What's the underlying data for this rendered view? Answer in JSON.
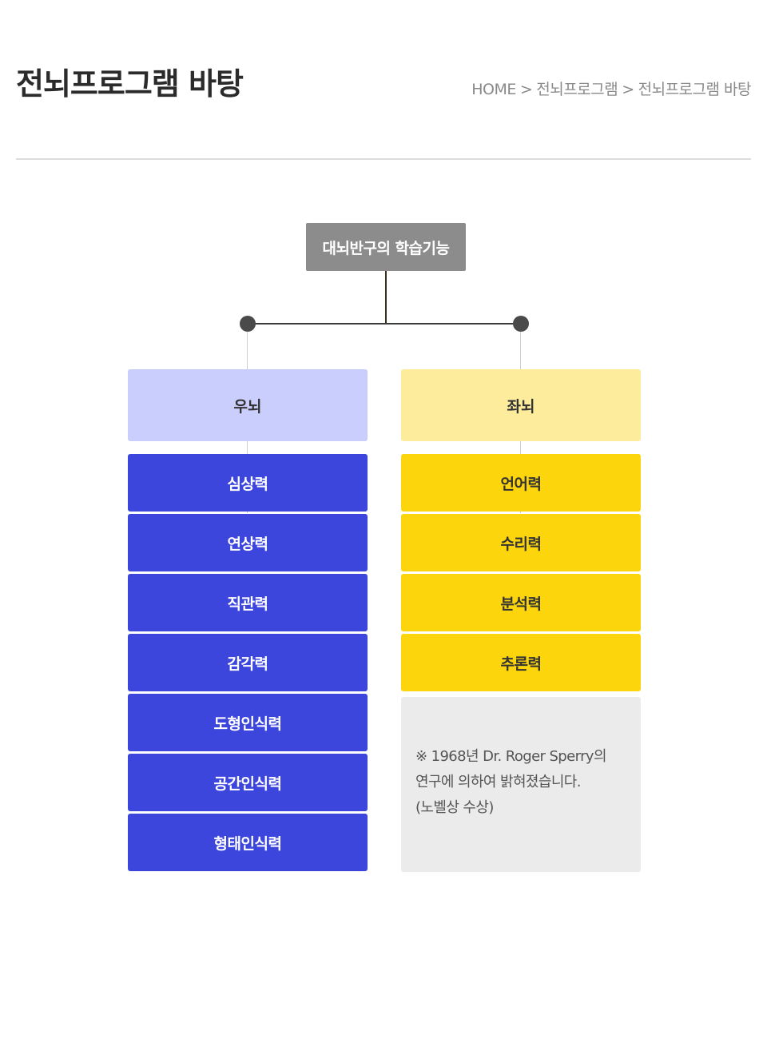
{
  "header": {
    "title": "전뇌프로그램 바탕",
    "breadcrumb": [
      "HOME",
      "전뇌프로그램",
      "전뇌프로그램 바탕"
    ],
    "breadcrumb_separator": ">"
  },
  "diagram": {
    "root": "대뇌반구의 학습기능",
    "right_brain": {
      "label": "우뇌",
      "items": [
        "심상력",
        "연상력",
        "직관력",
        "감각력",
        "도형인식력",
        "공간인식력",
        "형태인식력"
      ]
    },
    "left_brain": {
      "label": "좌뇌",
      "items": [
        "언어력",
        "수리력",
        "분석력",
        "추론력"
      ]
    },
    "note": "※ 1968년 Dr. Roger Sperry의\n연구에 의하여 밝혀졌습니다.\n(노벨상 수상)"
  },
  "colors": {
    "root_bg": "#8c8c8c",
    "right_head_bg": "#cacefd",
    "right_item_bg": "#3c45dc",
    "left_head_bg": "#feec9d",
    "left_item_bg": "#fcd50c",
    "note_bg": "#ebebeb"
  }
}
